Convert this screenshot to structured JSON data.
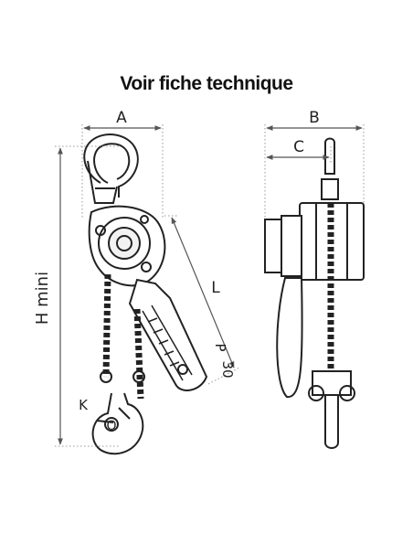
{
  "title": "Voir fiche technique",
  "labels": {
    "A": "A",
    "B": "B",
    "C": "C",
    "L": "L",
    "P": "P",
    "p_value": "30",
    "K": "K",
    "O": "O",
    "H": "H mini"
  },
  "colors": {
    "line": "#222222",
    "dim": "#777777",
    "dot": "#999999"
  }
}
